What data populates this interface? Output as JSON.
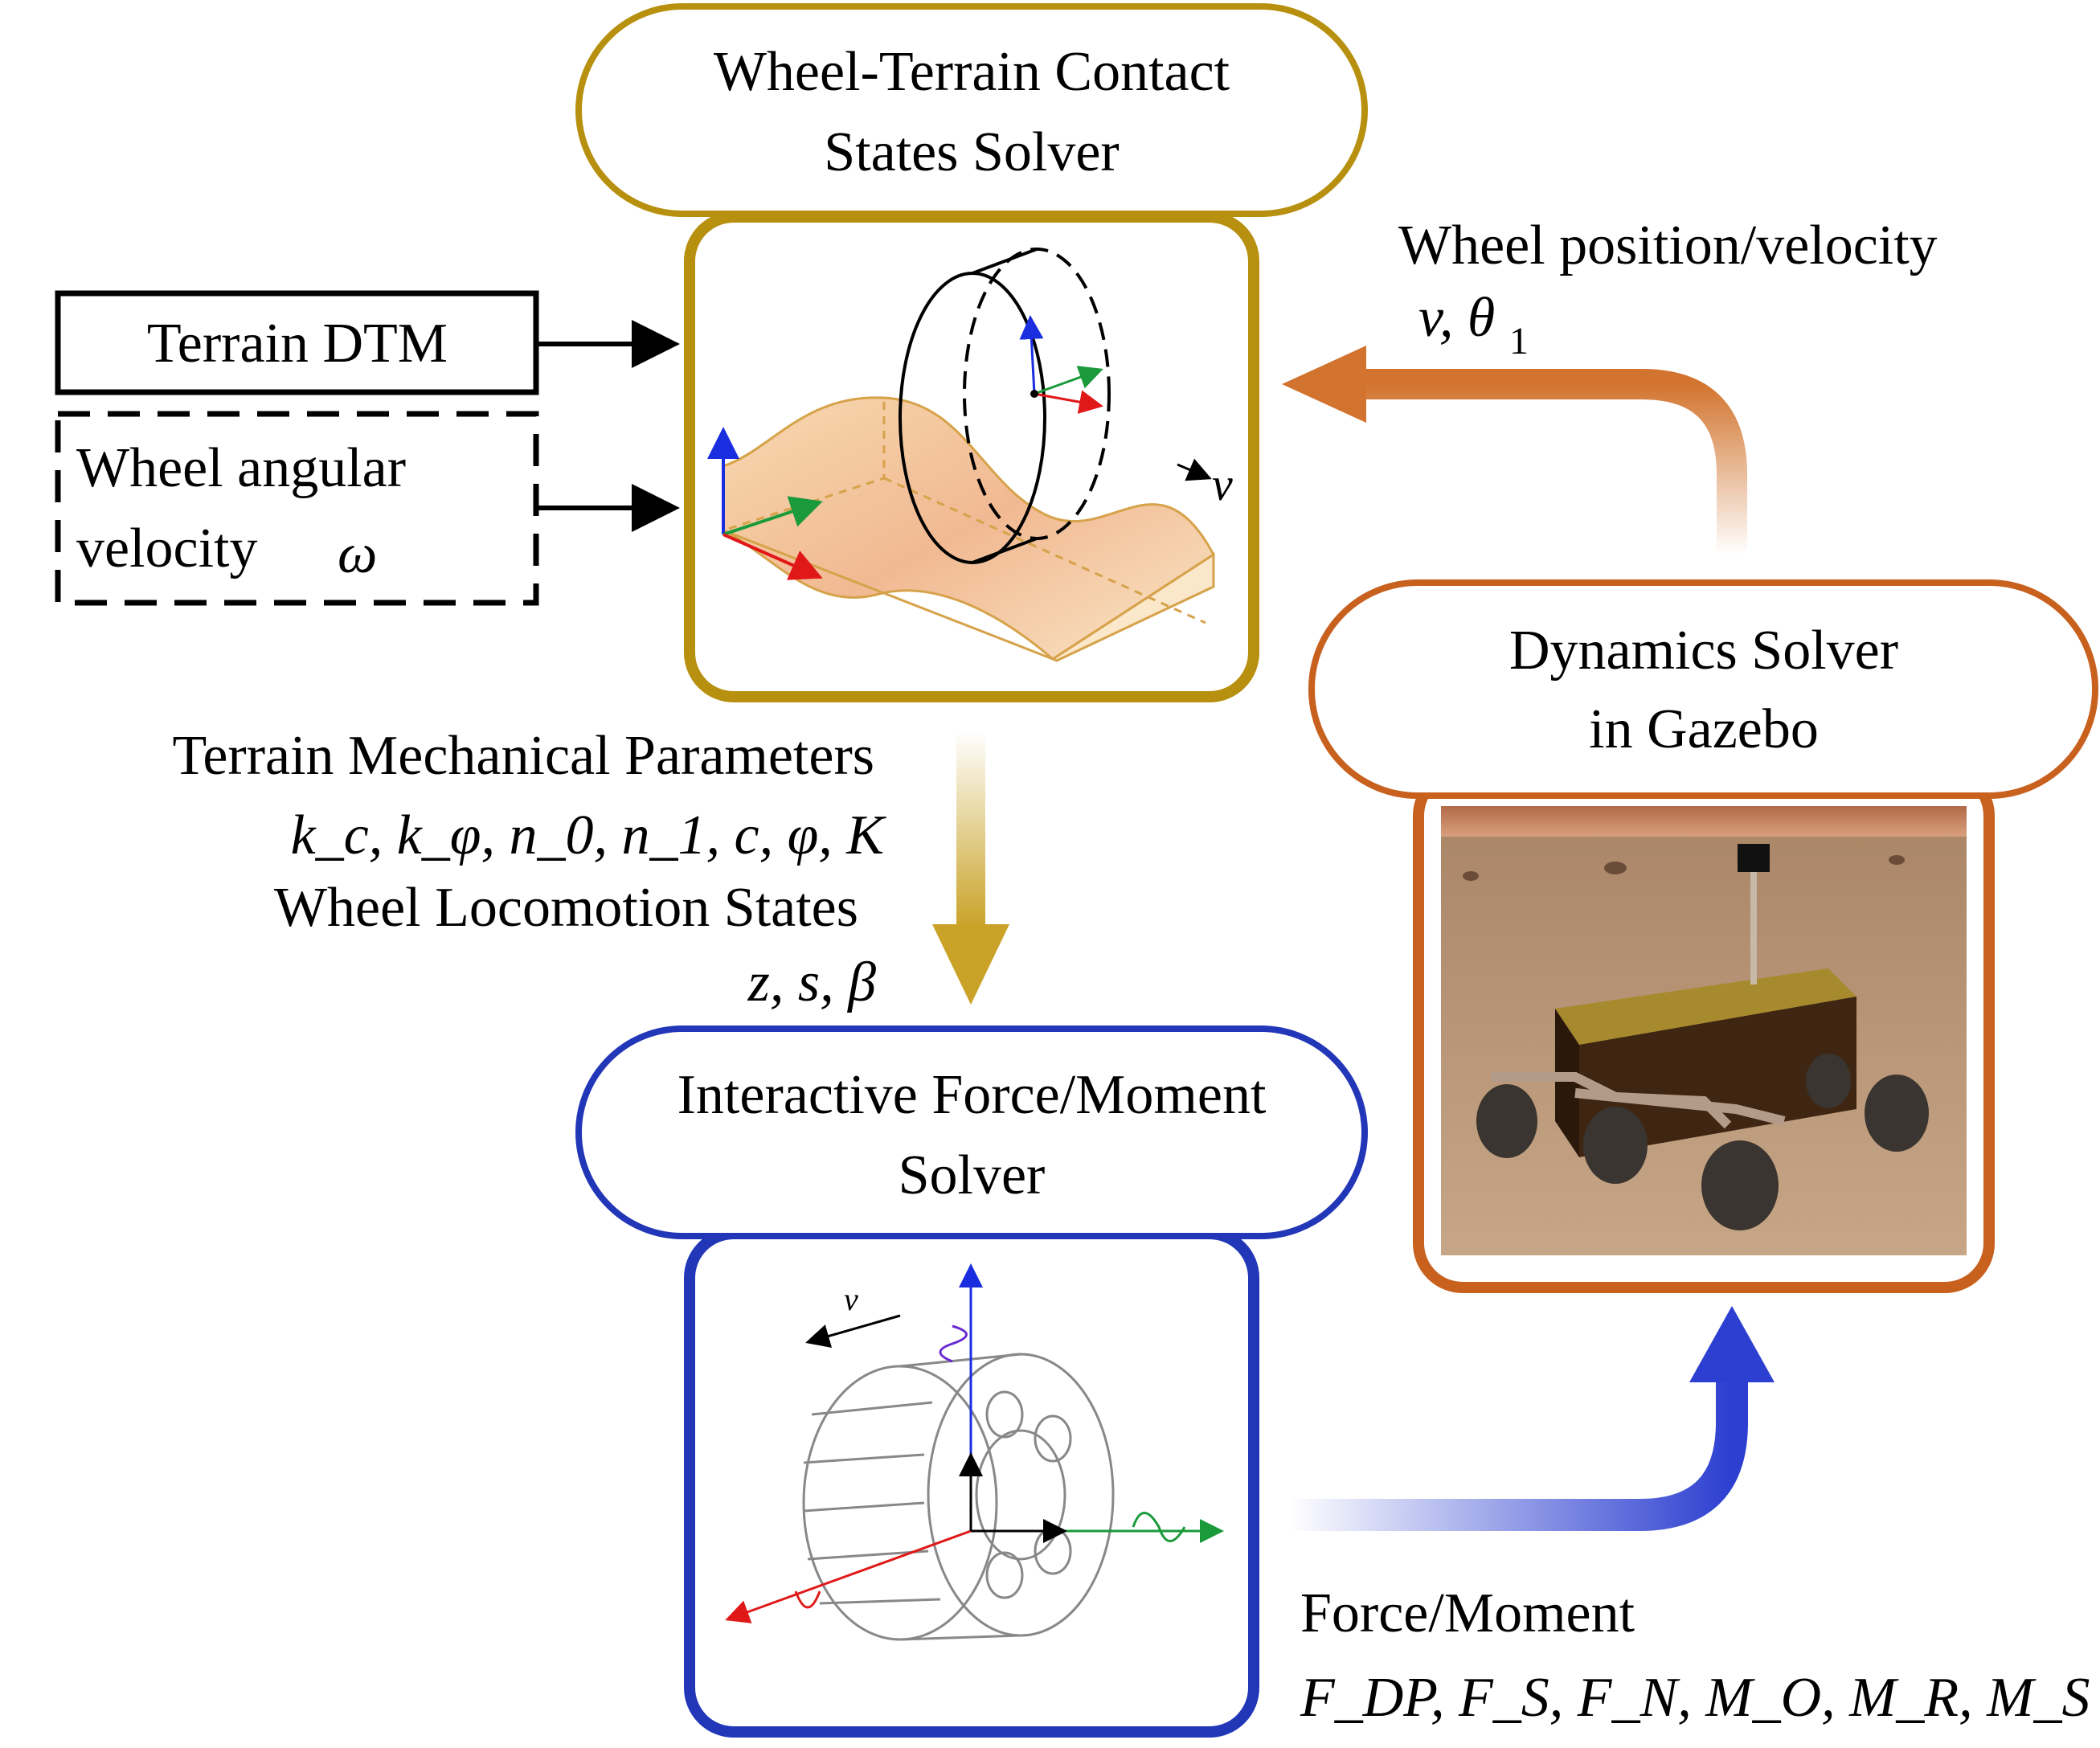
{
  "wheel_terrain": {
    "title_line1": "Wheel-Terrain Contact",
    "title_line2": "States Solver",
    "velocity_symbol": "v",
    "border_color": "#b8900f"
  },
  "terrain_dtm": {
    "label": "Terrain DTM"
  },
  "wheel_angular": {
    "line1": "Wheel angular",
    "line2": "velocity",
    "symbol": "ω"
  },
  "position_feedback": {
    "label": "Wheel position/velocity",
    "symbols": "v, θ",
    "subscript": "1",
    "arrow_color": "#cc6a2a"
  },
  "dynamics": {
    "title_line1": "Dynamics Solver",
    "title_line2": "in Gazebo",
    "border_color": "#c8601e"
  },
  "terrain_params": {
    "label": "Terrain Mechanical Parameters",
    "symbols": "k_c, k_φ, n_0, n_1, c, φ, K"
  },
  "locomotion": {
    "label": "Wheel Locomotion States",
    "symbols": "z, s, β"
  },
  "interactive": {
    "title_line1": "Interactive Force/Moment",
    "title_line2": "Solver",
    "velocity_symbol": "v",
    "border_color": "#2236b8"
  },
  "force_moment": {
    "label": "Force/Moment",
    "symbols": "F_DP, F_S, F_N, M_O, M_R, M_S"
  }
}
